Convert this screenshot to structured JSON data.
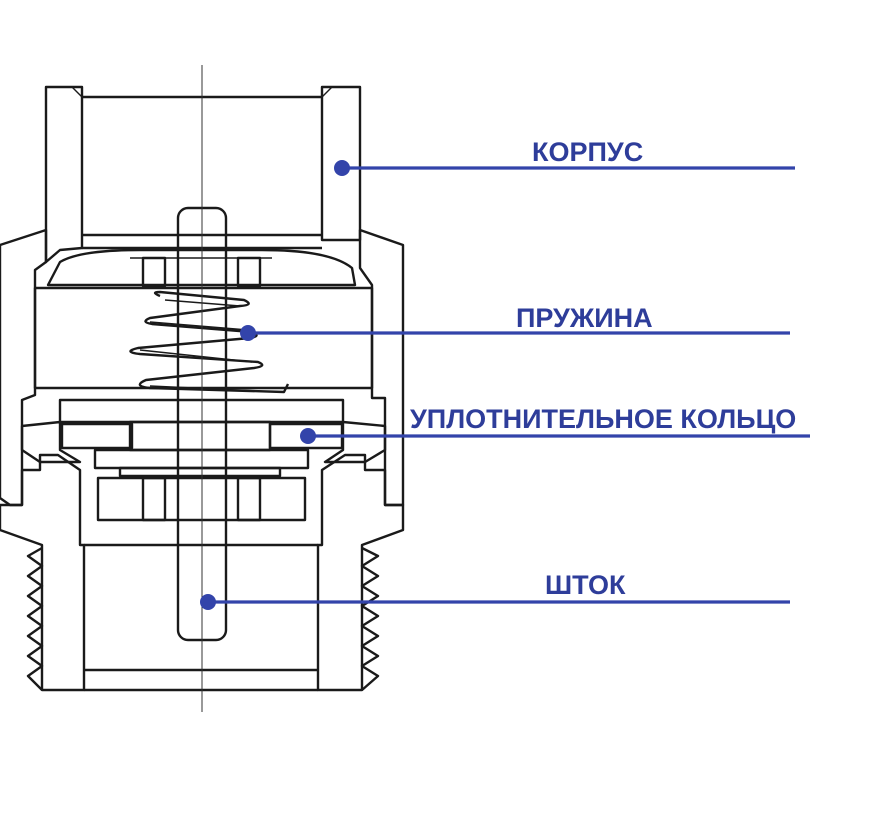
{
  "labels": {
    "body": "КОРПУС",
    "spring": "ПРУЖИНА",
    "seal_ring": "УПЛОТНИТЕЛЬНОЕ КОЛЬЦО",
    "stem": "ШТОК"
  },
  "colors": {
    "label": "#2e3d9a",
    "leader": "#3344aa",
    "ink": "#1a1a1a",
    "background": "#ffffff"
  }
}
